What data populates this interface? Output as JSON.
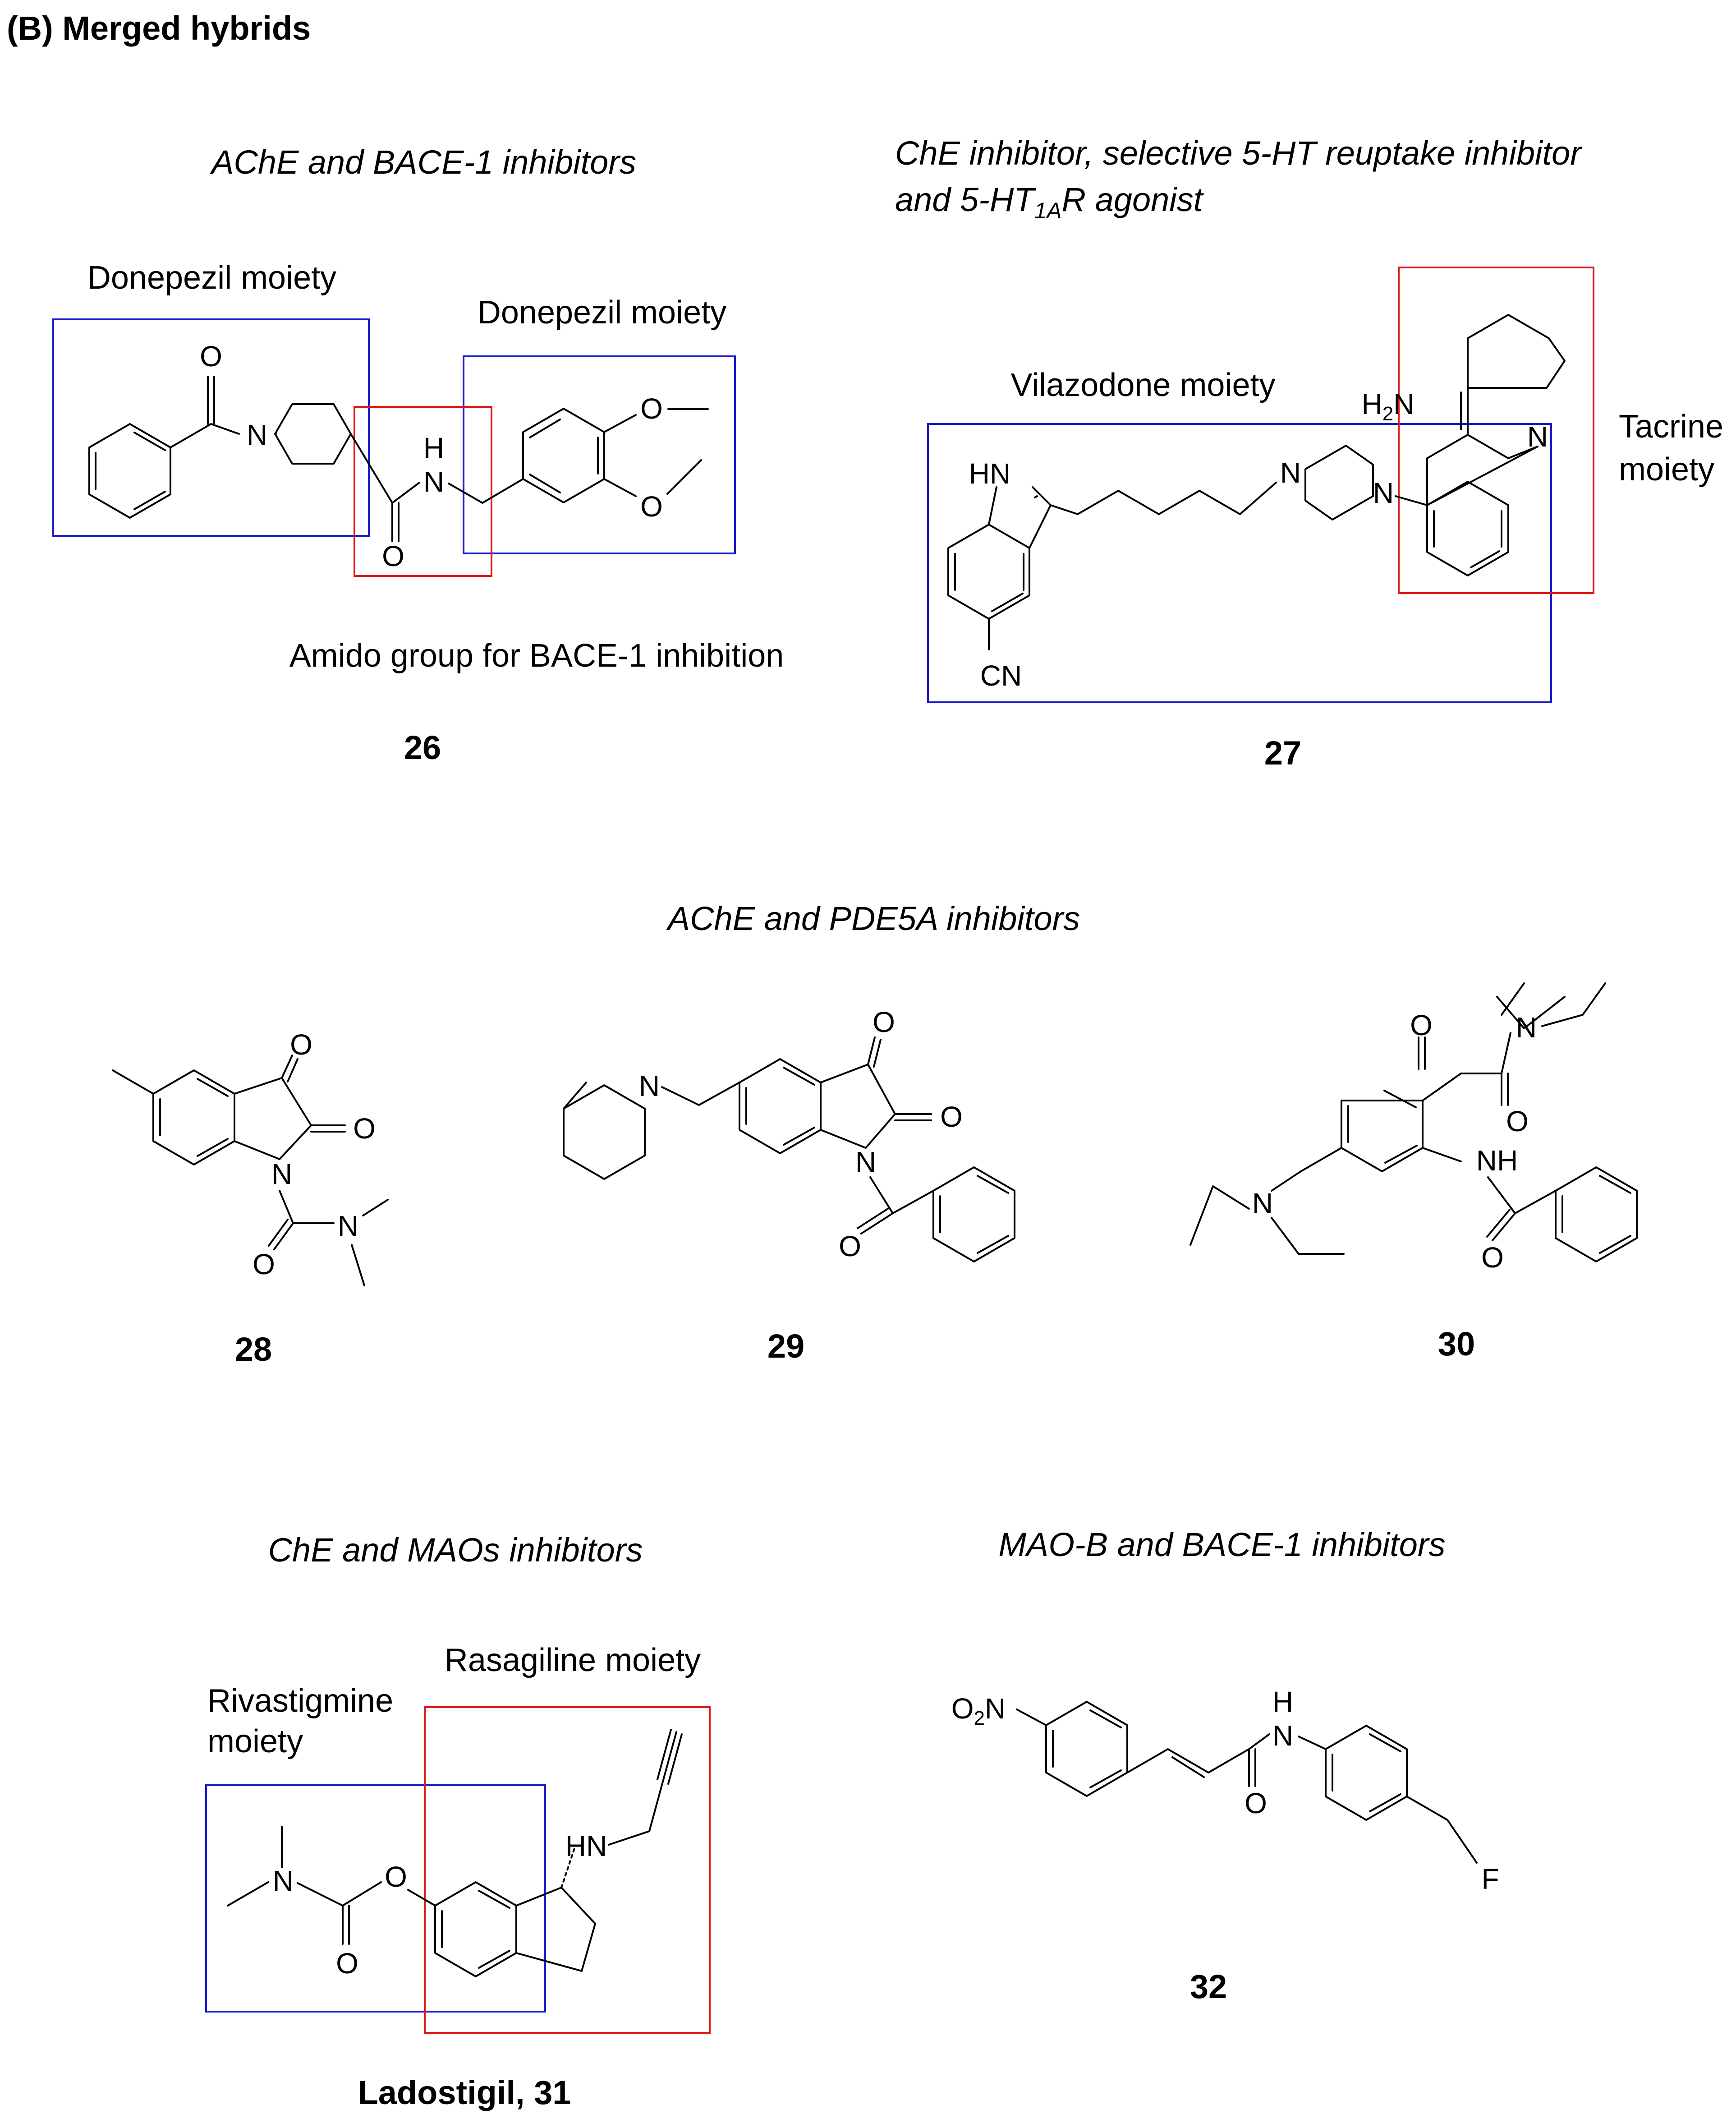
{
  "header": "(B) Merged hybrids",
  "s26": {
    "title": "AChE and BACE-1 inhibitors",
    "label_left": "Donepezil moiety",
    "label_right": "Donepezil moiety",
    "caption": "Amido group for BACE-1 inhibition",
    "number": "26"
  },
  "s27": {
    "title_line1": "ChE inhibitor,  selective 5-HT reuptake inhibitor",
    "title_line2_a": "and 5-HT",
    "title_line2_sub": "1A",
    "title_line2_b": "R agonist",
    "label_vilazodone": "Vilazodone moiety",
    "label_tacrine_1": "Tacrine",
    "label_tacrine_2": "moiety",
    "number": "27"
  },
  "s2830": {
    "title": "AChE and PDE5A inhibitors",
    "number_28": "28",
    "number_29": "29",
    "number_30": "30"
  },
  "s31": {
    "title": "ChE and MAOs inhibitors",
    "label_rasagiline": "Rasagiline moiety",
    "label_rivastigmine_1": "Rivastigmine",
    "label_rivastigmine_2": "moiety",
    "number": "Ladostigil, 31"
  },
  "s32": {
    "title": "MAO-B and BACE-1 inhibitors",
    "number": "32"
  },
  "atoms": {
    "O": "O",
    "N": "N",
    "H": "H",
    "NH": "NH",
    "HN": "HN",
    "H2N_H": "H",
    "H2N_2": "2",
    "H2N_N": "N",
    "CN": "CN",
    "F": "F",
    "O2N_O": "O",
    "O2N_2": "2",
    "O2N_N": "N"
  },
  "colors": {
    "blue_box": "#1a1acc",
    "red_box": "#e01515"
  }
}
